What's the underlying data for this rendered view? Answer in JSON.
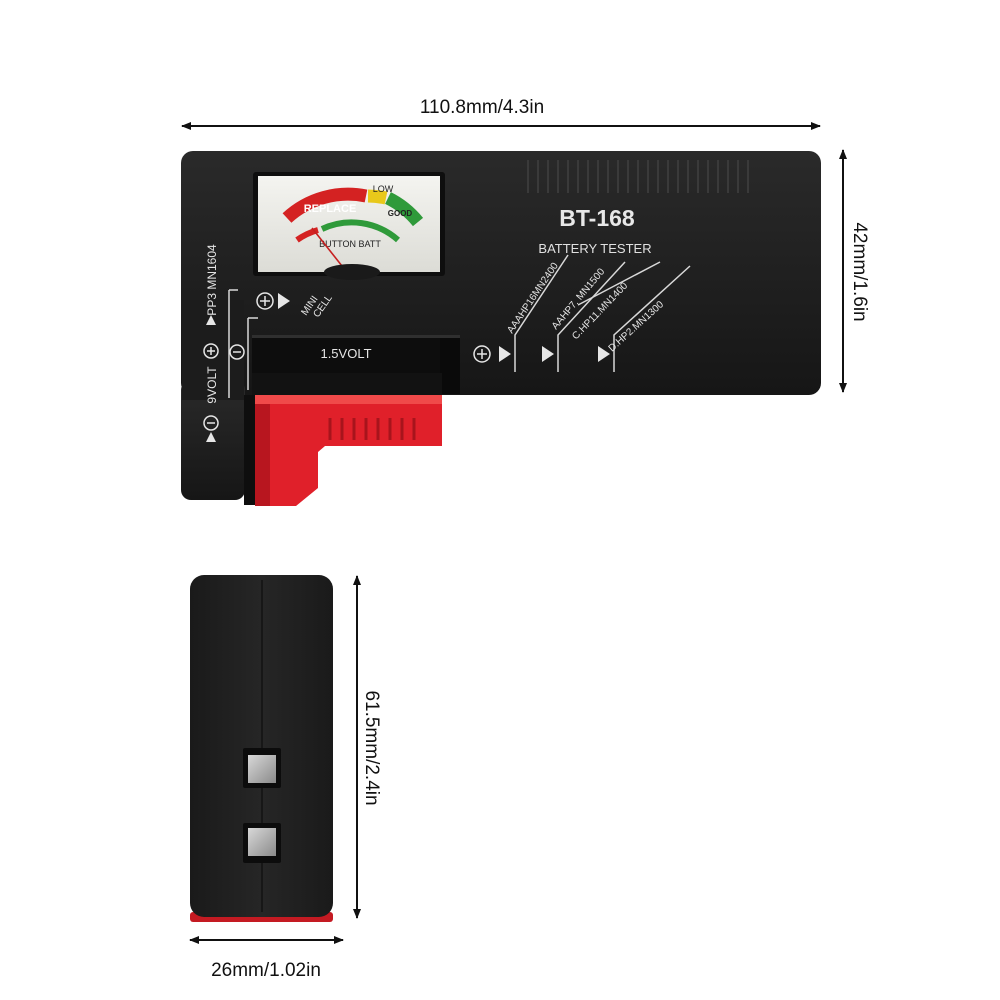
{
  "dimensions": {
    "top_width": "110.8mm/4.3in",
    "right_height": "42mm/1.6in",
    "side_height": "61.5mm/2.4in",
    "side_width": "26mm/1.02in"
  },
  "device": {
    "model": "BT-168",
    "subtitle": "BATTERY TESTER",
    "meter": {
      "replace": "REPLACE",
      "low": "LOW",
      "good": "GOOD",
      "button_batt": "BUTTON BATT"
    },
    "slot_label": "1.5VOLT",
    "mini_cell": "MINI",
    "mini_cell_2": "CELL",
    "left_label": "9VOLT",
    "left_label_2": "PP3 MN1604",
    "battery_labels": [
      "AAAHP16MN2400",
      "AAHP7. MN1500",
      "C.HP11.MN1400",
      "D.HP2.MN1300"
    ]
  },
  "colors": {
    "body": "#1f1f1f",
    "slider": "#e0202a",
    "replace_zone": "#d42222",
    "low_zone": "#e8c81a",
    "good_zone": "#2f9a3a"
  }
}
